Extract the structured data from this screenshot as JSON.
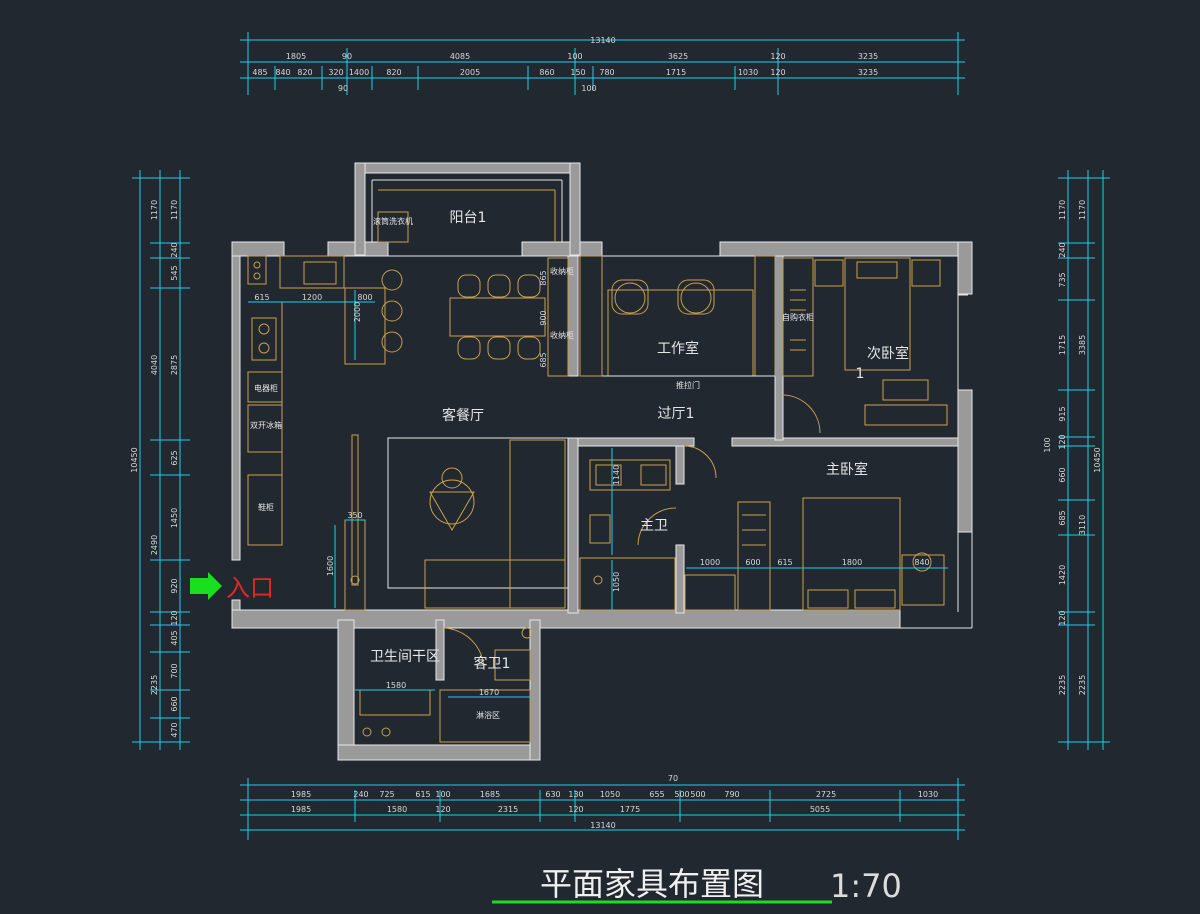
{
  "title": "平面家具布置图",
  "scale": "1:70",
  "entrance_label": "入口",
  "rooms": {
    "balcony": "阳台1",
    "washer": "滚筒洗衣机",
    "living": "客餐厅",
    "study": "工作室",
    "sliding_door": "推拉门",
    "hall": "过厅1",
    "second_bedroom": "次卧室",
    "second_bedroom_no": "1",
    "master_bedroom": "主卧室",
    "master_bath": "主卫",
    "toilet_dry": "卫生间干区",
    "guest_bath": "客卫1",
    "shower": "淋浴区",
    "storage": "收纳柜",
    "wardrobe": "自购衣柜",
    "appliance": "电器柜",
    "fridge": "双开冰箱",
    "shoe": "鞋柜"
  },
  "dimensions": {
    "top_total": "13140",
    "top_row1": [
      "1805",
      "90",
      "4085",
      "100",
      "3625",
      "120",
      "3235"
    ],
    "top_row2": [
      "485",
      "840",
      "820",
      "320",
      "1400",
      "820",
      "2005",
      "860",
      "150",
      "780",
      "1715",
      "1030",
      "120",
      "3235"
    ],
    "top_row3": [
      "90",
      "100"
    ],
    "bottom_total": "13140",
    "bottom_row1": [
      "1985",
      "240",
      "725",
      "615",
      "100",
      "1685",
      "630",
      "130",
      "1050",
      "655",
      "500",
      "500",
      "790",
      "2725",
      "1030"
    ],
    "bottom_row2": [
      "1985",
      "1580",
      "120",
      "2315",
      "120",
      "1775",
      "5055"
    ],
    "bottom_top": "70",
    "left_total": "10450",
    "left_inner": [
      "1170",
      "4040",
      "2490",
      "2235"
    ],
    "left_detail": [
      "1170",
      "240",
      "545",
      "2875",
      "625",
      "1450",
      "920",
      "120",
      "405",
      "700",
      "660",
      "470"
    ],
    "right_total": "10450",
    "right_inner": [
      "1170",
      "3385",
      "3110",
      "2235"
    ],
    "right_detail": [
      "1170",
      "240",
      "735",
      "1715",
      "915",
      "120",
      "660",
      "685",
      "1420",
      "120",
      "2235"
    ],
    "right_mid": "100",
    "interior": [
      "615",
      "1200",
      "800",
      "2000",
      "865",
      "900",
      "685",
      "350",
      "1600",
      "1140",
      "1050",
      "1000",
      "600",
      "615",
      "1800",
      "840",
      "1580",
      "1670"
    ]
  },
  "colors": {
    "background": "#212830",
    "dimension": "#1fd0e8",
    "furniture": "#c9a04a",
    "wall": "#9a9a9a",
    "title_underline": "#19e01f",
    "entrance_arrow": "#19e01f",
    "entrance_text": "#e02828"
  }
}
